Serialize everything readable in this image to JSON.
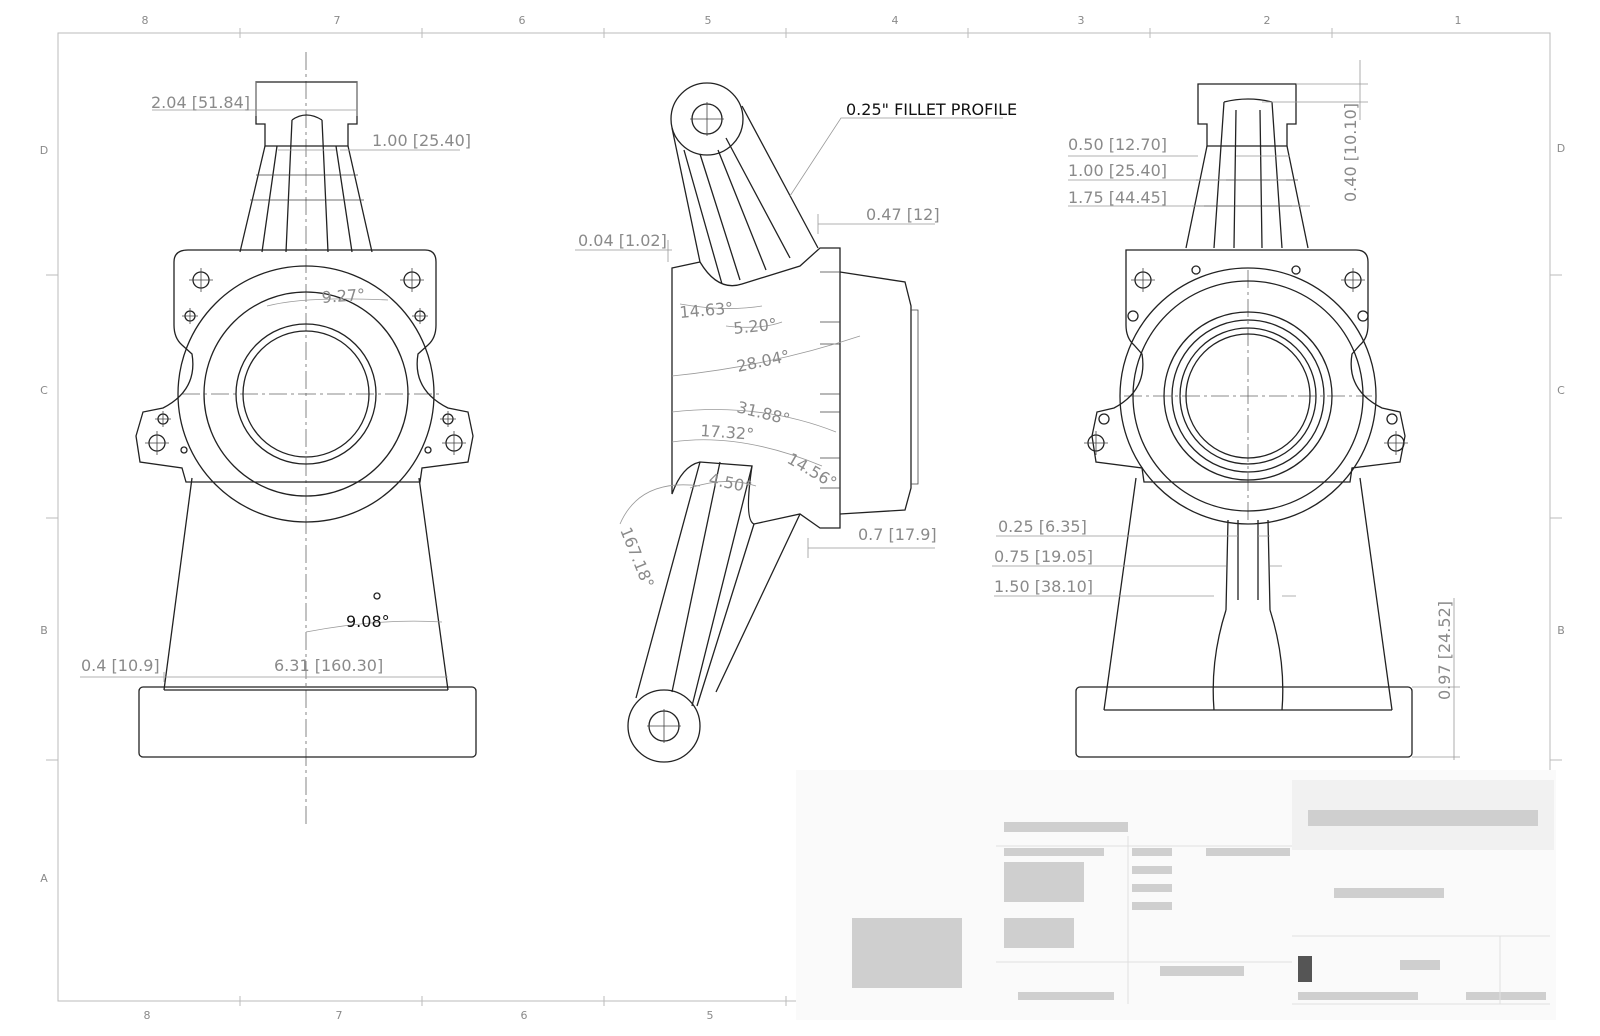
{
  "zones": {
    "columns": [
      "8",
      "7",
      "6",
      "5",
      "4",
      "3",
      "2",
      "1"
    ],
    "rows": [
      "D",
      "C",
      "B",
      "A"
    ]
  },
  "front_view": {
    "top_width": "2.04",
    "top_width_mm": "51.84",
    "boss_width": "1.00",
    "boss_width_mm": "25.40",
    "taper_angle": "9.27°",
    "lower_angle": "9.08°",
    "base_offset": "0.4",
    "base_offset_mm": "10.9",
    "base_width": "6.31",
    "base_width_mm": "160.30"
  },
  "side_view": {
    "fillet_note": "0.25\" FILLET PROFILE",
    "flange_depth": "0.47",
    "flange_depth_mm": "12",
    "wall_offset": "0.04",
    "wall_offset_mm": "1.02",
    "angle_1": "14.63°",
    "angle_2": "5.20°",
    "angle_3": "28.04°",
    "angle_4": "31.88°",
    "angle_5": "17.32°",
    "angle_6": "14.56°",
    "angle_7": "4.50°",
    "angle_8": "167.18°",
    "hub_depth": "0.7",
    "hub_depth_mm": "17.9"
  },
  "rear_view": {
    "rib_1": "0.50",
    "rib_1_mm": "12.70",
    "rib_2": "1.00",
    "rib_2_mm": "25.40",
    "rib_3": "1.75",
    "rib_3_mm": "44.45",
    "top_height": "0.40",
    "top_height_mm": "10.10",
    "lower_rib_1": "0.25",
    "lower_rib_1_mm": "6.35",
    "lower_rib_2": "0.75",
    "lower_rib_2_mm": "19.05",
    "lower_rib_3": "1.50",
    "lower_rib_3_mm": "38.10",
    "base_height": "0.97",
    "base_height_mm": "24.52"
  }
}
